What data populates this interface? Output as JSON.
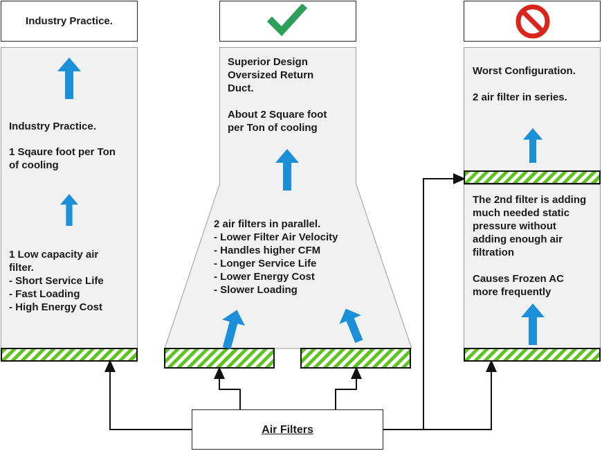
{
  "headers": {
    "left": "Industry Practice.",
    "middle_icon": "check-mark-icon",
    "right_icon": "prohibited-icon"
  },
  "left_panel": {
    "title": "Industry Practice.",
    "rule": "1 Sqaure foot per Ton\nof cooling",
    "filter_desc": "1 Low capacity air\nfilter.\n- Short Service Life\n- Fast Loading\n- High Energy Cost"
  },
  "middle_panel": {
    "top_text": "Superior Design\nOversized Return\nDuct.\n\nAbout 2 Square foot\nper Ton of cooling",
    "filter_desc": "2 air filters in parallel.\n - Lower Filter Air Velocity\n - Handles higher CFM\n - Longer Service Life\n - Lower Energy Cost\n - Slower Loading"
  },
  "right_panel": {
    "top_text": "Worst Configuration.\n\n2 air filter in series.",
    "bottom_text": "The 2nd filter is adding\nmuch needed static\npressure without\nadding enough air\nfiltration\n\nCauses Frozen AC\nmore frequently"
  },
  "legend": {
    "label": "Air Filters"
  },
  "colors": {
    "arrow": "#1b8fd8",
    "filter_stripe": "#5fc322",
    "check": "#2e9e5b",
    "prohibit": "#d9261c",
    "panel_fill": "#f1f1f1"
  }
}
